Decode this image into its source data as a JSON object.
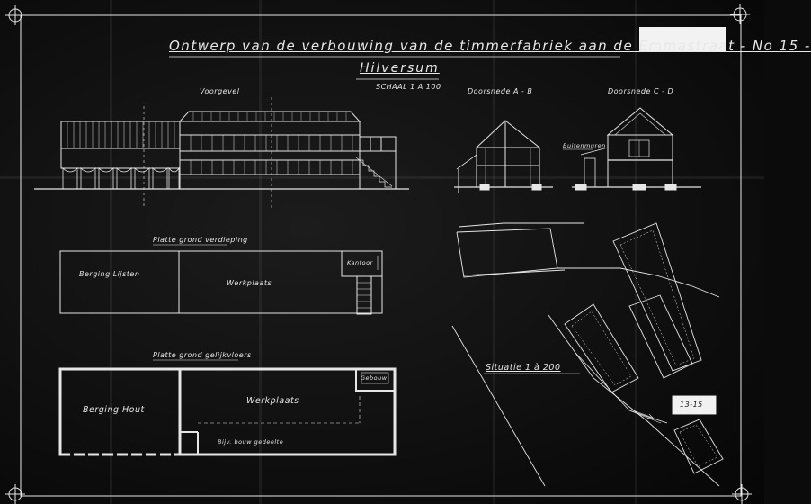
{
  "title": {
    "main": "Ontwerp van de verbouwing van de timmerfabriek aan de Emmastraat - No 15 -",
    "place": "Hilversum",
    "scale": "SCHAAL 1 A 100"
  },
  "elevations": {
    "front": "Voorgevel",
    "section_ab": "Doorsnede A - B",
    "section_cd": "Doorsnede C - D",
    "side_note": "Buitenmuren"
  },
  "ground_floor": {
    "title": "Platte grond verdieping",
    "rooms": [
      "Berging Lijsten",
      "Werkplaats",
      "Kantoor"
    ]
  },
  "floor_plan": {
    "title": "Platte grond gelijkvloers",
    "rooms": [
      "Berging Hout",
      "Werkplaats",
      "Gebouw"
    ],
    "note": "Bijv. bouw gedeelte"
  },
  "site": {
    "title": "Situatie 1 à 200",
    "tag": "13-15"
  },
  "colors": {
    "paper": "#101010",
    "line": "#e6e6e6",
    "stamp": "#f2f2f2"
  }
}
